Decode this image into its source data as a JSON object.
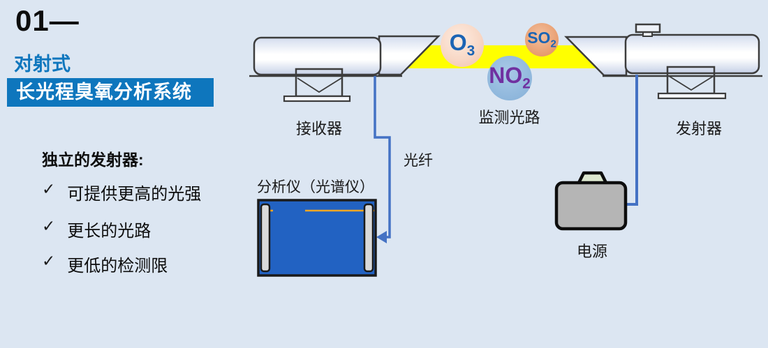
{
  "header": {
    "number": "01—",
    "subtitle": "对射式",
    "title": "长光程臭氧分析系统"
  },
  "features": {
    "heading": "独立的发射器:",
    "check": "✓",
    "items": [
      "可提供更高的光强",
      "更长的光路",
      "更低的检测限"
    ]
  },
  "diagram": {
    "labels": {
      "receiver": "接收器",
      "beam": "监测光路",
      "transmitter": "发射器",
      "fiber": "光纤",
      "analyzer": "分析仪（光谱仪）",
      "power": "电源"
    },
    "molecules": [
      {
        "id": "o3",
        "main": "O",
        "sub": "3"
      },
      {
        "id": "so2",
        "main": "SO",
        "sub": "2"
      },
      {
        "id": "no2",
        "main": "NO",
        "sub": "2"
      }
    ]
  },
  "colors": {
    "background": "#dce6f2",
    "accent_blue": "#0e76bd",
    "analyzer_blue": "#2262c2",
    "beam_yellow": "#ffff00",
    "connector_blue": "#4472c4",
    "device_outline": "#3d3d3d",
    "power_gray": "#b5b5b5",
    "o3_fill": "#f8d8c6",
    "so2_fill": "#e89c6d",
    "no2_fill": "#8fb7dc",
    "formula_blue": "#1b64b4",
    "no2_text_purple": "#7030a0",
    "analyzer_light_line_orange": "#f5a623"
  }
}
